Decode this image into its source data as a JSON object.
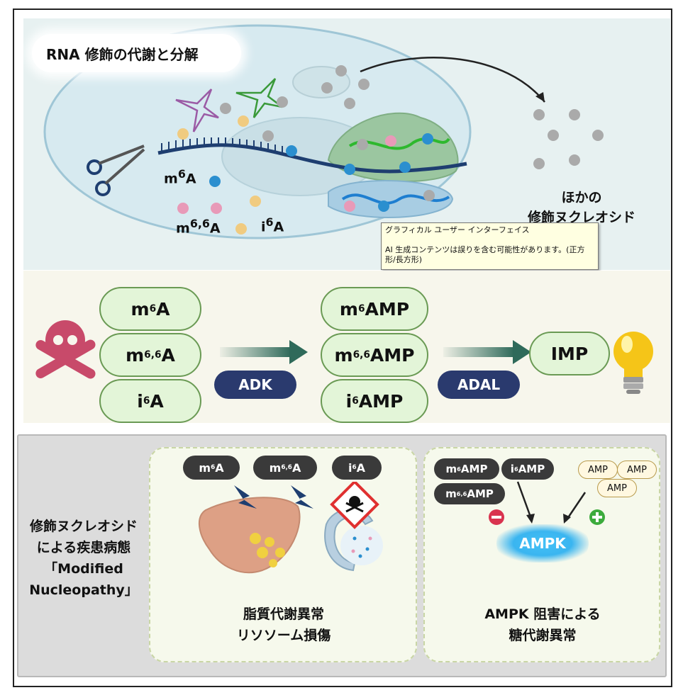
{
  "panel1": {
    "title": "RNA 修飾の代謝と分解",
    "cell_labels": {
      "m6A_base": "m",
      "m6A_sup": "6",
      "m6A_tail": "A",
      "m66A_base": "m",
      "m66A_sup": "6,6",
      "m66A_tail": "A",
      "i6A_base": "i",
      "i6A_sup": "6",
      "i6A_tail": "A"
    },
    "other_label_line1": "ほかの",
    "other_label_line2": "修飾ヌクレオシド",
    "tooltip": {
      "title": "グラフィカル ユーザー インターフェイス",
      "body": "AI 生成コンテンツは誤りを含む可能性があります。(正方形/長方形)"
    }
  },
  "panel2": {
    "nucleosides": [
      {
        "base": "m",
        "sup": "6",
        "tail": "A"
      },
      {
        "base": "m",
        "sup": "6,6",
        "tail": "A"
      },
      {
        "base": "i",
        "sup": "6",
        "tail": "A"
      }
    ],
    "nucleotides": [
      {
        "base": "m",
        "sup": "6",
        "tail": "AMP"
      },
      {
        "base": "m",
        "sup": "6,6",
        "tail": "AMP"
      },
      {
        "base": "i",
        "sup": "6",
        "tail": "AMP"
      }
    ],
    "enzyme1": "ADK",
    "enzyme2": "ADAL",
    "product": "IMP"
  },
  "panel3": {
    "disease_lines": [
      "修飾ヌクレオシド",
      "による疾患病態",
      "「Modified",
      "Nucleopathy」"
    ],
    "left_chips": [
      {
        "base": "m",
        "sup": "6",
        "tail": "A"
      },
      {
        "base": "m",
        "sup": "6,6",
        "tail": "A"
      },
      {
        "base": "i",
        "sup": "6",
        "tail": "A"
      }
    ],
    "left_caption_line1": "脂質代謝異常",
    "left_caption_line2": "リソソーム損傷",
    "right_chips": [
      {
        "base": "m",
        "sup": "6",
        "tail": "AMP"
      },
      {
        "base": "i",
        "sup": "6",
        "tail": "AMP"
      },
      {
        "base": "m",
        "sup": "6,6",
        "tail": "AMP"
      }
    ],
    "amp_labels": [
      "AMP",
      "AMP",
      "AMP"
    ],
    "ampk": "AMPK",
    "right_caption_line1": "AMPK 阻害による",
    "right_caption_line2": "糖代謝異常"
  },
  "colors": {
    "pill_fill": "#e3f5d8",
    "pill_border": "#6a9a54",
    "enzyme_fill": "#2a3a6e",
    "arrow": "#2f6a5a",
    "ampk": "#3ab5f0",
    "skull": "#c84a6a",
    "bulb": "#f5c518"
  }
}
